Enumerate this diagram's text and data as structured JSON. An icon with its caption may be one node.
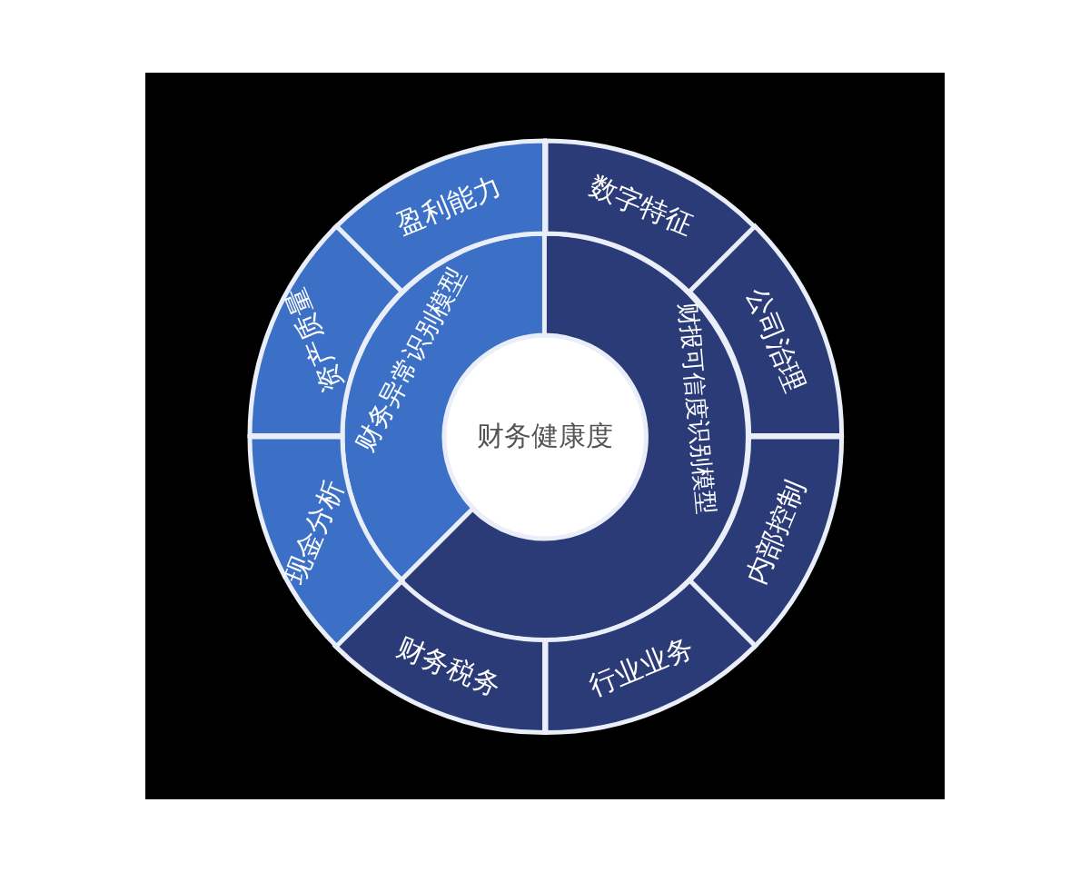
{
  "diagram": {
    "nodes": [
      {
        "text": [
          "财务健康度"
        ]
      },
      {
        "text": [
          "财务异常识别模型"
        ]
      },
      {
        "text": [
          "财报可信度识别模型"
        ]
      },
      {
        "text": [
          "盈利能力"
        ]
      },
      {
        "text": [
          "数字特征"
        ]
      },
      {
        "text": [
          "公司治理"
        ]
      },
      {
        "text": [
          "内部控制"
        ]
      },
      {
        "text": [
          "行业业务"
        ]
      },
      {
        "text": [
          "财务税务"
        ]
      },
      {
        "text": [
          "现金分析"
        ]
      },
      {
        "text": [
          "资产质量"
        ]
      }
    ]
  }
}
